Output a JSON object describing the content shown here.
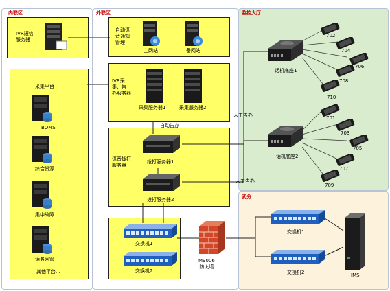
{
  "zones": {
    "inner": "内联区",
    "outer": "外联区",
    "monitor": "监控大厅",
    "branch": "武分"
  },
  "inner": {
    "ivr_server": "IVR短信\n服务器",
    "platform_title": "采集平台",
    "boms": "BOMS",
    "resource": "综合资源",
    "fault": "集中故障",
    "netmgmt": "话务网管",
    "other": "其他平台..."
  },
  "outer": {
    "auto_mgmt": "自动语\n音通知\n管理",
    "main_site": "主网站",
    "backup_site": "备网站",
    "ivr_collect": "IVR采\n集、告\n办服务器",
    "collect1": "采集服务器1",
    "collect2": "采集服务器2",
    "auto_alarm": "自动告办",
    "voice_dial": "语音拨打\n服务器",
    "dial1": "拨打服务器1",
    "dial2": "拨打服务器2",
    "switch1": "交换机1",
    "switch2": "交换机2",
    "firewall": "M9006\n防火墙"
  },
  "monitor": {
    "gw1": "话机底座1",
    "gw2": "话机底座2",
    "manual1": "人工告办",
    "manual2": "人工告办",
    "phones": [
      "702",
      "704",
      "706",
      "708",
      "710",
      "701",
      "703",
      "705",
      "707",
      "709"
    ]
  },
  "branch": {
    "switch1": "交换机1",
    "switch2": "交换机2",
    "ims": "IMS"
  }
}
